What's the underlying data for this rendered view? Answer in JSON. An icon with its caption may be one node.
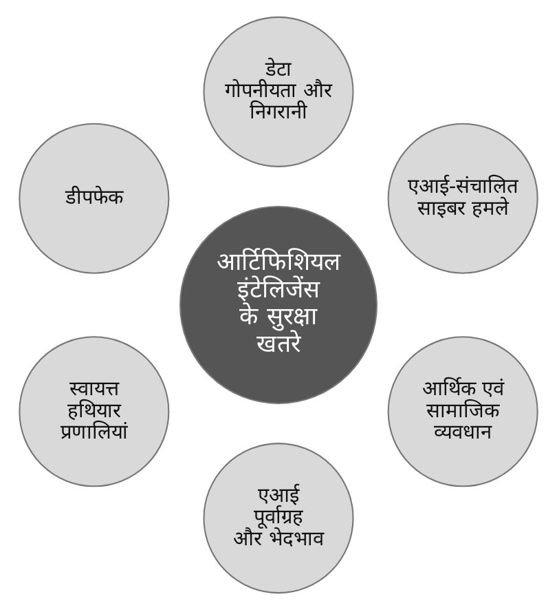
{
  "diagram": {
    "nodes": [
      {
        "text": [
          "आर्टिफिशियल इंटेलिजेंस के सुरक्षा खतरे"
        ]
      },
      {
        "text": [
          "एआई-संचालित साइबर हमले"
        ]
      },
      {
        "text": [
          "डेटा गोपनीयता और निगरानी"
        ]
      },
      {
        "text": [
          "डीपफेक"
        ]
      },
      {
        "text": [
          "स्वायत्त हथियार प्रणालियां"
        ]
      },
      {
        "text": [
          "एआई पूर्वाग्रह और भेदभाव"
        ]
      },
      {
        "text": [
          "आर्थिक एवं सामाजिक व्यवधान"
        ]
      }
    ],
    "edges": []
  }
}
